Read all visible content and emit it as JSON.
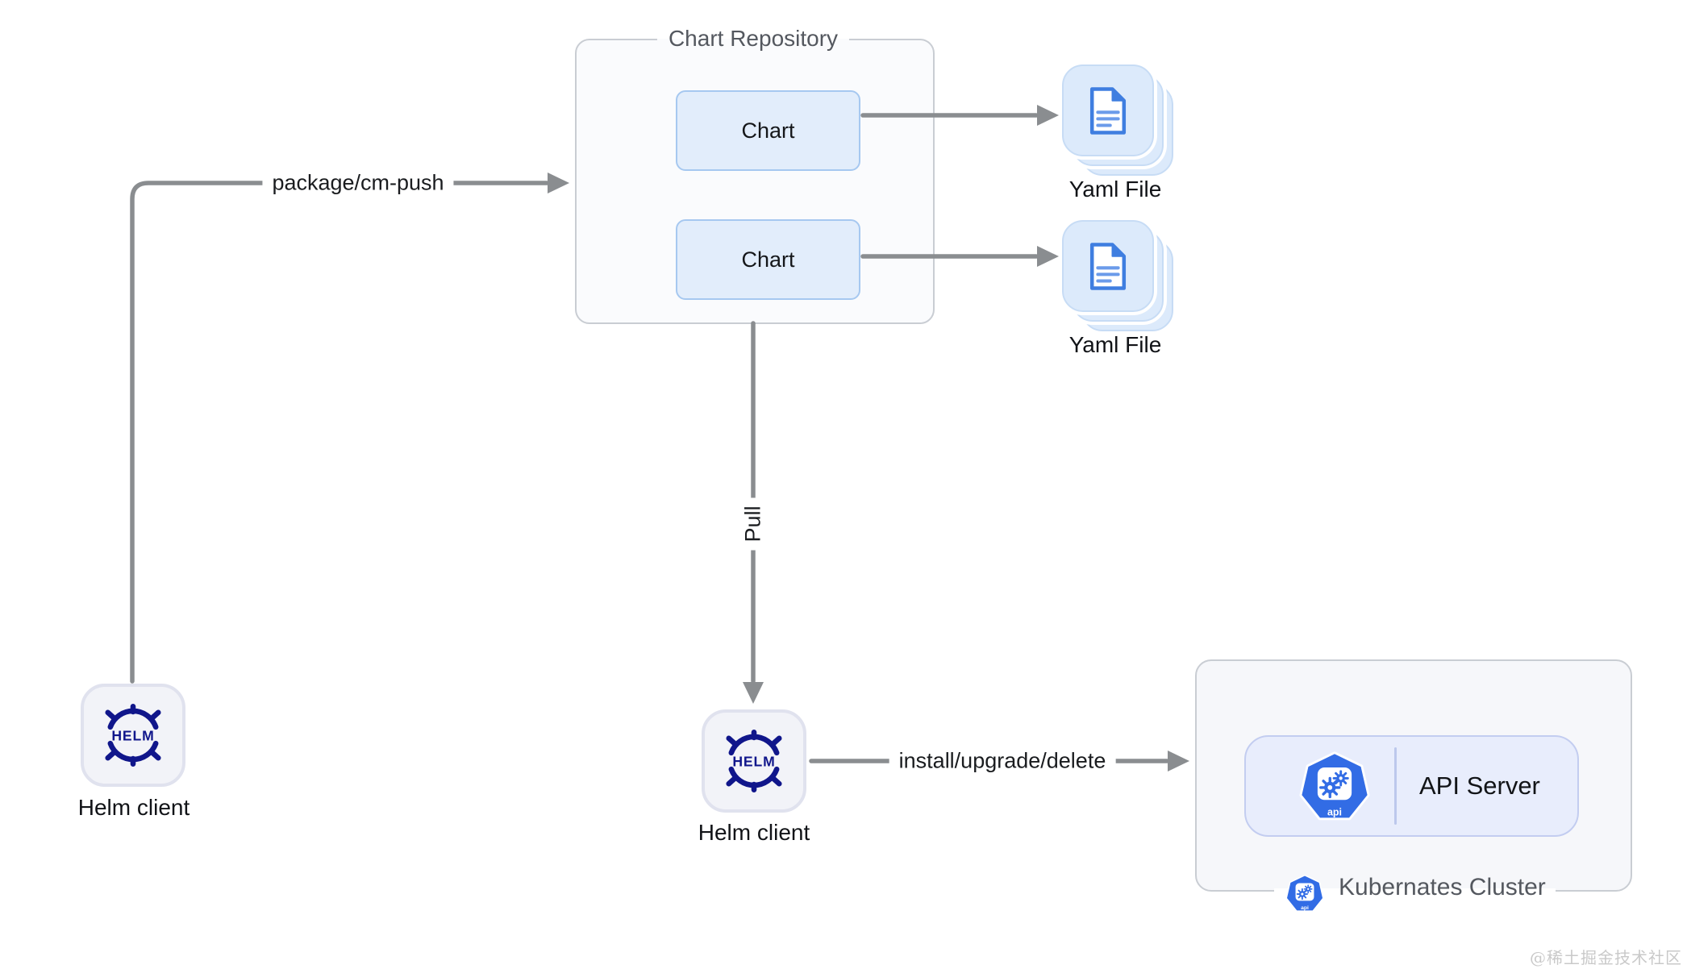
{
  "page": {
    "watermark": "@稀土掘金技术社区"
  },
  "diagram": {
    "chart_repository": {
      "title": "Chart Repository",
      "charts": [
        {
          "label": "Chart"
        },
        {
          "label": "Chart"
        }
      ]
    },
    "yaml_files": [
      {
        "label": "Yaml File"
      },
      {
        "label": "Yaml File"
      }
    ],
    "helm_clients": [
      {
        "label": "Helm client",
        "logo_text": "HELM"
      },
      {
        "label": "Helm client",
        "logo_text": "HELM"
      }
    ],
    "connections": {
      "push_label": "package/cm-push",
      "pull_label": "Pull",
      "install_label": "install/upgrade/delete"
    },
    "kubernetes_cluster": {
      "title": "Kubernates Cluster",
      "api_server": {
        "label": "API Server",
        "icon_text": "api"
      },
      "cluster_icon_text": "api"
    },
    "colors": {
      "arrow": "#8a8d90",
      "chart_box_bg": "#e2edfb",
      "chart_box_border": "#a6c8f0",
      "yaml_card_bg": "#dceafb",
      "helm_navy": "#10168b",
      "kubernetes_blue": "#326ce5",
      "container_border": "#c9cdd3"
    }
  }
}
